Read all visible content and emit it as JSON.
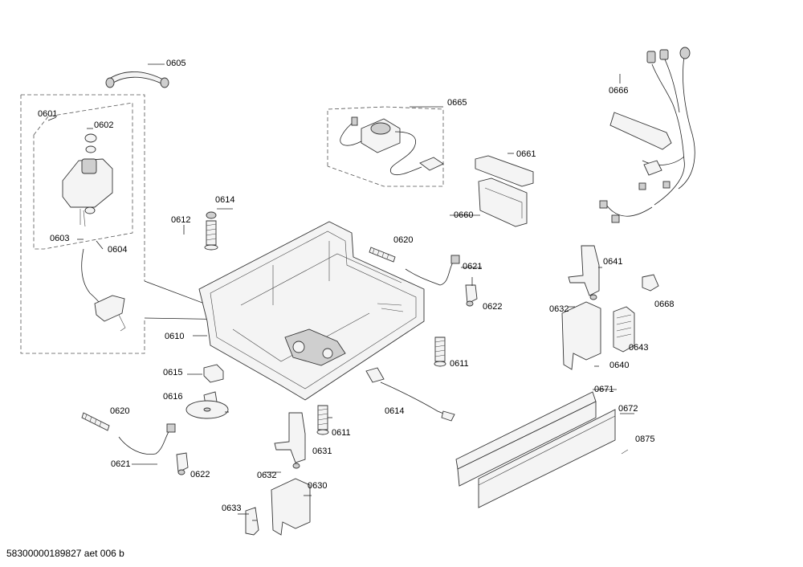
{
  "labels": {
    "p0605": "0605",
    "p0601": "0601",
    "p0602": "0602",
    "p0603": "0603",
    "p0604": "0604",
    "p0665": "0665",
    "p0666": "0666",
    "p0661": "0661",
    "p0660": "0660",
    "p0614a": "0614",
    "p0612": "0612",
    "p0620a": "0620",
    "p0621a": "0621",
    "p0622a": "0622",
    "p0641": "0641",
    "p0668": "0668",
    "p0632a": "0632",
    "p0643": "0643",
    "p0640": "0640",
    "p0610": "0610",
    "p0611a": "0611",
    "p0615": "0615",
    "p0616": "0616",
    "p0614b": "0614",
    "p0620b": "0620",
    "p0621b": "0621",
    "p0622b": "0622",
    "p0611b": "0611",
    "p0631": "0631",
    "p0632b": "0632",
    "p0630": "0630",
    "p0633": "0633",
    "p0671": "0671",
    "p0672": "0672",
    "p0875": "0875"
  },
  "footer": "58300000189827 aet 006 b"
}
